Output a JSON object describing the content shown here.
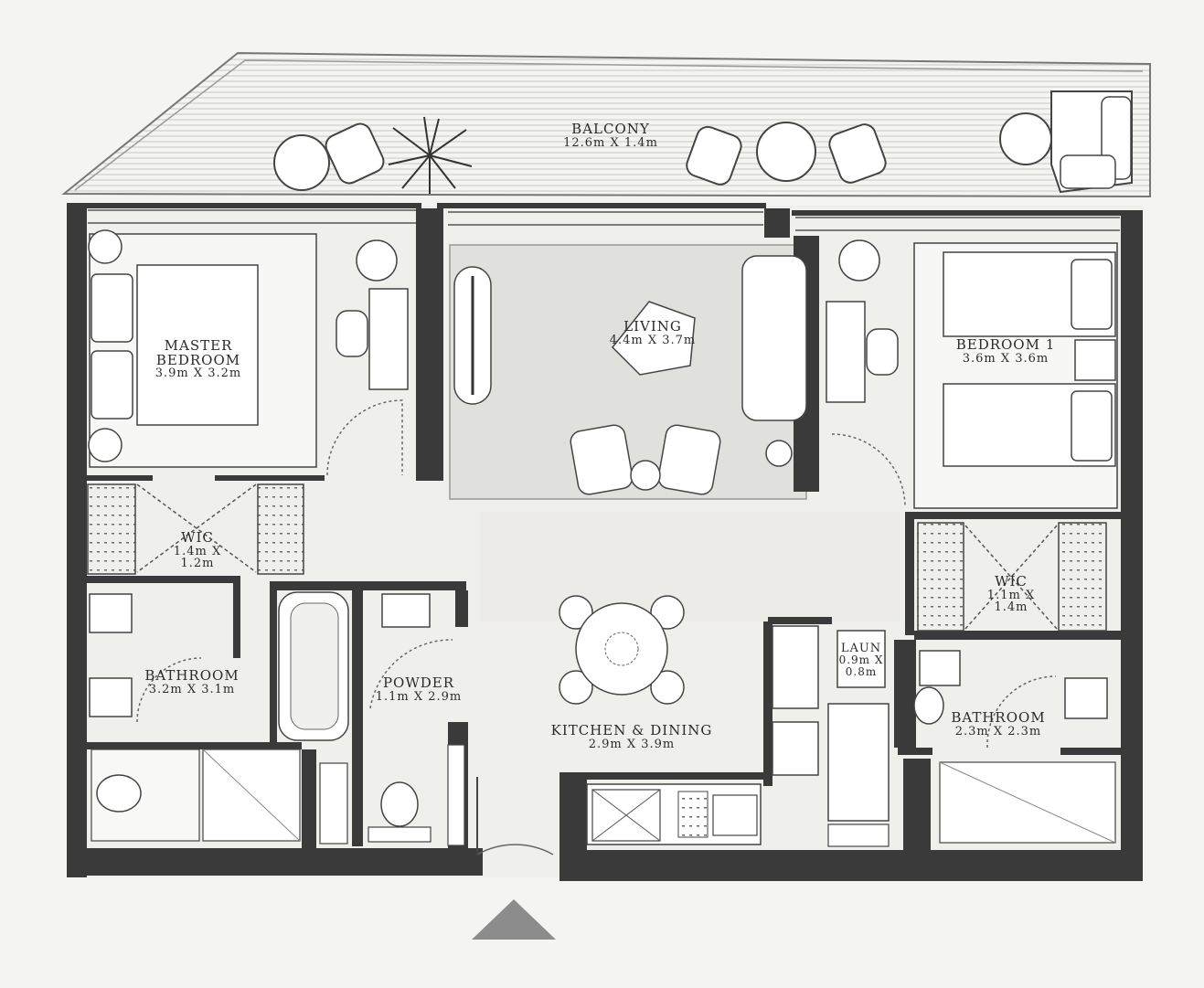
{
  "rooms": {
    "balcony": {
      "name": "BALCONY",
      "dims": "12.6m X 1.4m"
    },
    "master": {
      "name": "MASTER\nBEDROOM",
      "dims": "3.9m X 3.2m"
    },
    "living": {
      "name": "LIVING",
      "dims": "4.4m X 3.7m"
    },
    "bedroom1": {
      "name": "BEDROOM 1",
      "dims": "3.6m X 3.6m"
    },
    "wic_left": {
      "name": "WIC",
      "dims": "1.4m X\n1.2m"
    },
    "wic_right": {
      "name": "WIC",
      "dims": "1.1m X\n1.4m"
    },
    "bathroom_left": {
      "name": "BATHROOM",
      "dims": "3.2m X 3.1m"
    },
    "powder": {
      "name": "POWDER",
      "dims": "1.1m X 2.9m"
    },
    "kitchen": {
      "name": "KITCHEN & DINING",
      "dims": "2.9m X 3.9m"
    },
    "laundry": {
      "name": "LAUN",
      "dims": "0.9m X\n0.8m"
    },
    "bathroom_right": {
      "name": "BATHROOM",
      "dims": "2.3m X 2.3m"
    }
  },
  "entrance": {
    "icon": "entrance-arrow-icon"
  },
  "colors": {
    "wall": "#3a3a3a",
    "paper": "#f4f4f2",
    "floor": "#ededea",
    "line": "#555555",
    "rug": "#e2e2df"
  }
}
